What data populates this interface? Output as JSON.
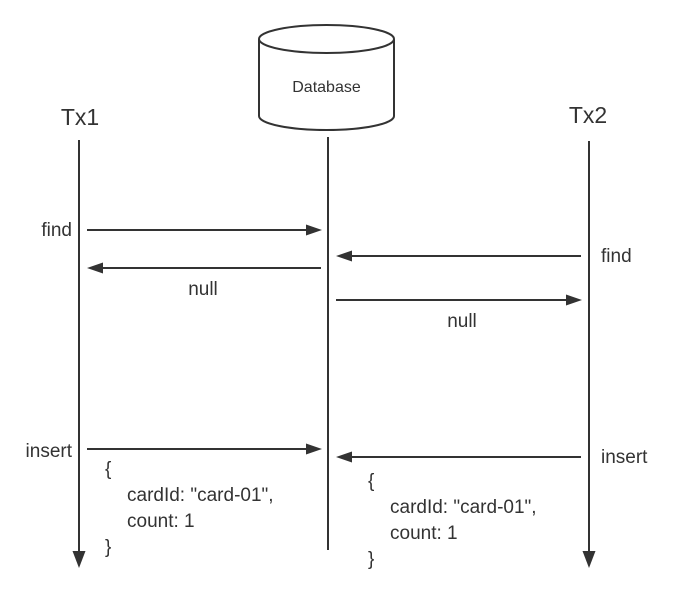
{
  "diagram": {
    "type": "sequence-diagram",
    "line_color": "#333333",
    "background_color": "#ffffff",
    "database": {
      "label": "Database"
    },
    "actors": [
      {
        "id": "tx1",
        "label": "Tx1"
      },
      {
        "id": "tx2",
        "label": "Tx2"
      }
    ],
    "messages": [
      {
        "from": "Tx1",
        "to": "Database",
        "label": "find"
      },
      {
        "from": "Tx2",
        "to": "Database",
        "label": "find"
      },
      {
        "from": "Database",
        "to": "Tx1",
        "label": "null"
      },
      {
        "from": "Database",
        "to": "Tx2",
        "label": "null"
      },
      {
        "from": "Tx1",
        "to": "Database",
        "label": "insert",
        "payload_lines": [
          "{",
          "cardId: \"card-01\",",
          "count: 1",
          "}"
        ]
      },
      {
        "from": "Tx2",
        "to": "Database",
        "label": "insert",
        "payload_lines": [
          "{",
          "cardId: \"card-01\",",
          "count: 1",
          "}"
        ]
      }
    ]
  }
}
